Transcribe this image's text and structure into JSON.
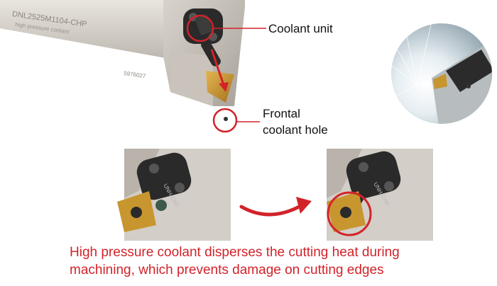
{
  "tool_markings": {
    "holder_model": "DNL2525M1104-CHP",
    "holder_sub": "high pressure coolant",
    "serial": "5976027",
    "unit_model": "UNH-CHP"
  },
  "callouts": {
    "coolant_unit": "Coolant unit",
    "frontal_hole_line1": "Frontal",
    "frontal_hole_line2": "coolant hole"
  },
  "caption": {
    "line1": "High pressure coolant disperses the cutting heat during",
    "line2": "machining, which prevents damage on cutting edges"
  },
  "colors": {
    "accent": "#d2232a",
    "steel": "#cfcac3",
    "insert_gold": "#c8962f",
    "unit_dark": "#2a2a2a"
  },
  "icons": [
    "curved-arrow-icon",
    "highlight-circle-icon",
    "coolant-spray-icon"
  ]
}
